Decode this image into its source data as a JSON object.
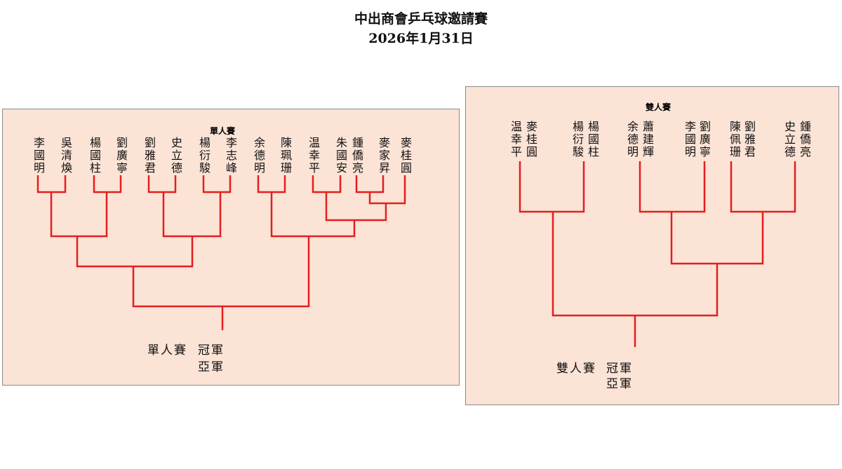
{
  "title": "中出商會乒乓球邀請賽",
  "date": "2026年1月31日",
  "singles": {
    "heading": "單人賽",
    "players": [
      "李國明",
      "吳清煥",
      "楊國柱",
      "劉廣寧",
      "劉雅君",
      "史立德",
      "楊衍駿",
      "李志峰",
      "余德明",
      "陳珮珊",
      "温幸平",
      "朱國安",
      "鍾僑亮",
      "麥家昇",
      "麥桂圓"
    ],
    "event": "單人賽",
    "champion": "冠軍",
    "runner_up": "亞軍"
  },
  "doubles": {
    "heading": "雙人賽",
    "teams": [
      [
        "温幸平",
        "麥桂圓"
      ],
      [
        "楊衍駿",
        "楊國柱"
      ],
      [
        "余德明",
        "蕭建輝"
      ],
      [
        "李國明",
        "劉廣寧"
      ],
      [
        "陳佩珊",
        "劉雅君"
      ],
      [
        "史立德",
        "鍾僑亮"
      ]
    ],
    "event": "雙人賽",
    "champion": "冠軍",
    "runner_up": "亞軍"
  },
  "colors": {
    "line": "#e41e1e",
    "box": "#fbe3d6"
  }
}
